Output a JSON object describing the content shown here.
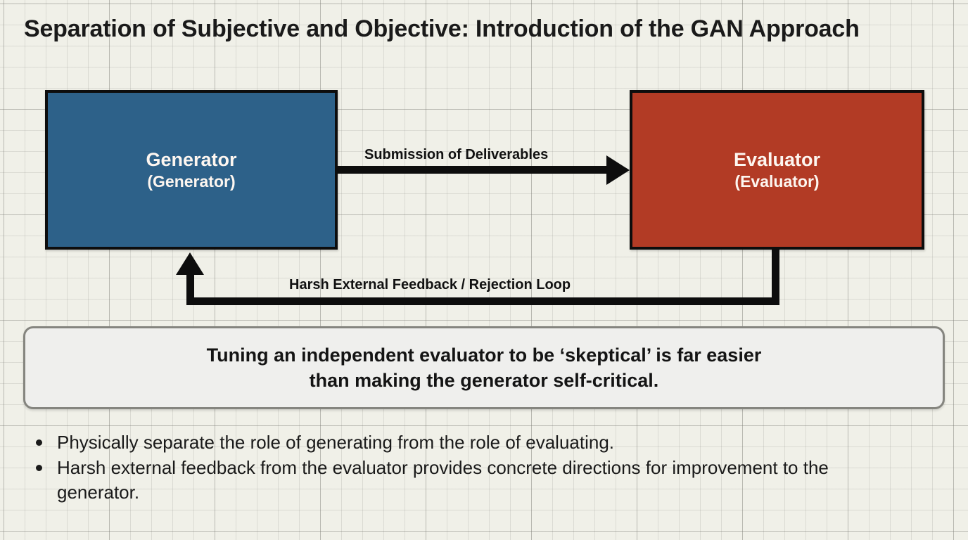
{
  "slide": {
    "title": "Separation of Subjective and Objective: Introduction of the GAN Approach",
    "background_color": "#F0F0E8",
    "grid_line_color": "#78787 3"
  },
  "diagram": {
    "nodes": [
      {
        "id": "generator",
        "title": "Generator",
        "subtitle": "(Generator)",
        "color": "#2D6189",
        "border_color": "#0D0D0D"
      },
      {
        "id": "evaluator",
        "title": "Evaluator",
        "subtitle": "(Evaluator)",
        "color": "#B23B25",
        "border_color": "#0D0D0D"
      }
    ],
    "edges": [
      {
        "id": "forward",
        "label": "Submission of Deliverables",
        "from": "generator",
        "to": "evaluator",
        "direction": "right"
      },
      {
        "id": "feedback",
        "label": "Harsh External Feedback / Rejection Loop",
        "from": "evaluator",
        "to": "generator",
        "direction": "loop-up-left"
      }
    ]
  },
  "callout": {
    "text": "Tuning an independent evaluator to be ‘skeptical’ is far easier\nthan making the generator self-critical.",
    "fill_color": "#EFEFED",
    "border_color": "#85857F"
  },
  "bullets": [
    "Physically separate the role of generating from the role of evaluating.",
    "Harsh external feedback from the evaluator provides concrete directions for improvement to the generator."
  ]
}
